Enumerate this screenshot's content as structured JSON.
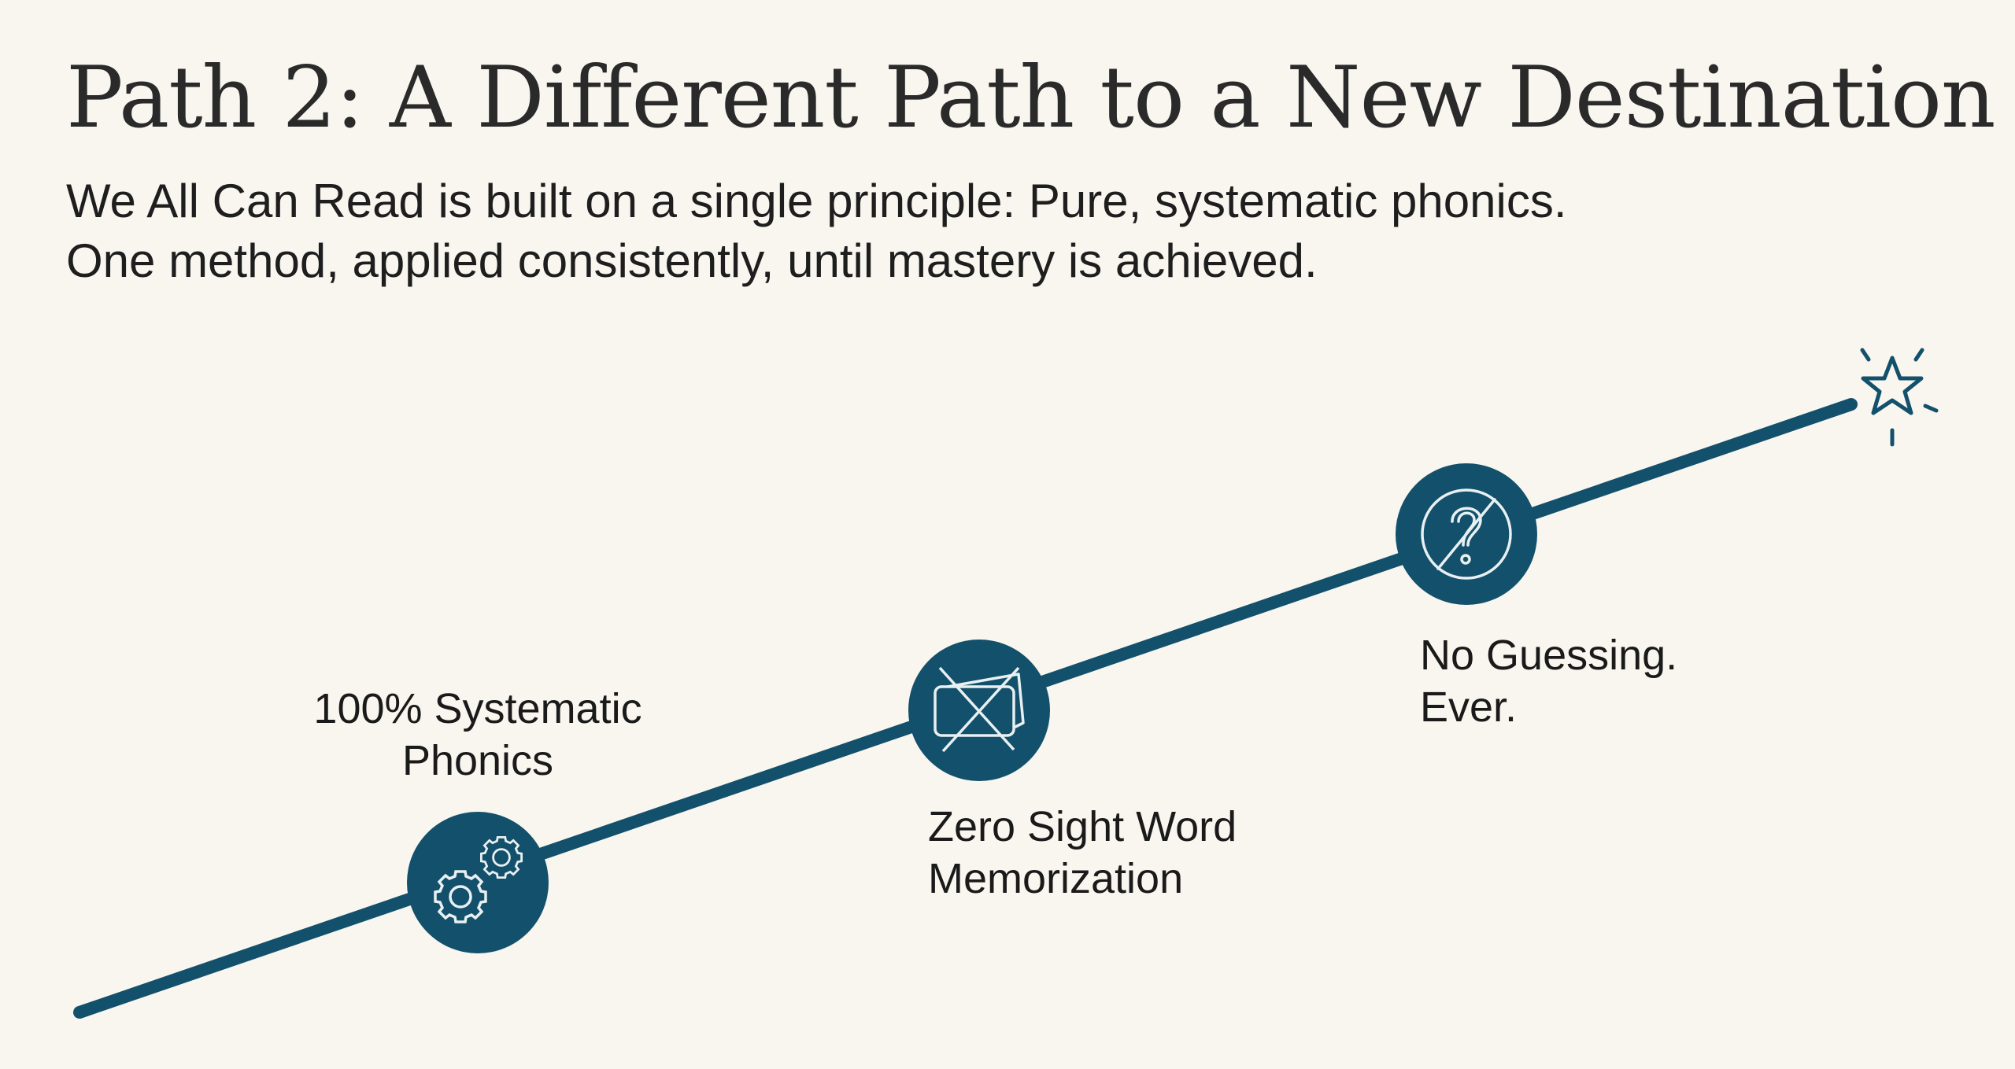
{
  "header": {
    "title": "Path 2: A Different Path to a New Destination",
    "subtitle_lines": [
      "We All Can Read is built on a single principle: Pure, systematic phonics.",
      "One method, applied consistently, until mastery is achieved."
    ]
  },
  "milestones": [
    {
      "icon": "gears-icon",
      "lines": [
        "100% Systematic",
        "Phonics"
      ]
    },
    {
      "icon": "crossed-flashcards-icon",
      "lines": [
        "Zero Sight Word",
        "Memorization"
      ]
    },
    {
      "icon": "no-question-mark-icon",
      "lines": [
        "No Guessing.",
        "Ever."
      ]
    }
  ],
  "destination": {
    "icon": "star-icon"
  },
  "colors": {
    "accent": "#13506b",
    "background": "#f8f6ef",
    "text": "#1e1e1e"
  }
}
